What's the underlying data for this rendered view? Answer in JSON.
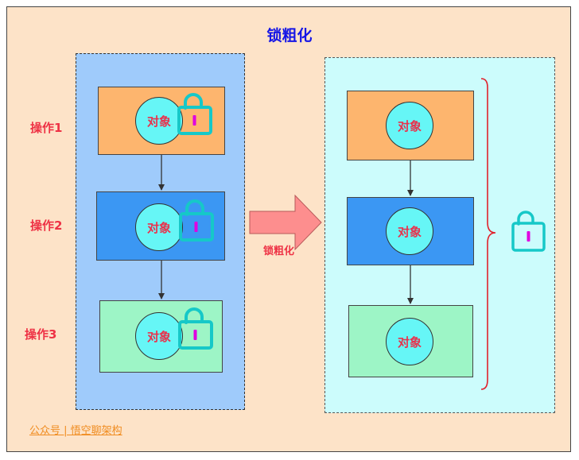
{
  "title": "锁粗化",
  "left_panel": {
    "operations": [
      {
        "label": "操作1",
        "object": "对象"
      },
      {
        "label": "操作2",
        "object": "对象"
      },
      {
        "label": "操作3",
        "object": "对象"
      }
    ]
  },
  "arrow_label": "锁粗化",
  "right_panel": {
    "objects": [
      "对象",
      "对象",
      "对象"
    ]
  },
  "footer": "公众号 | 悟空聊架构",
  "colors": {
    "orange": "#fdb56e",
    "blue": "#3b97f3",
    "green": "#9df5c6",
    "object_fill": "#66f6f6",
    "lock": "#16c8c8",
    "lock_keyhole": "#e000e0",
    "brace": "#e0202a",
    "arrow_fill": "#fd8e8e"
  }
}
